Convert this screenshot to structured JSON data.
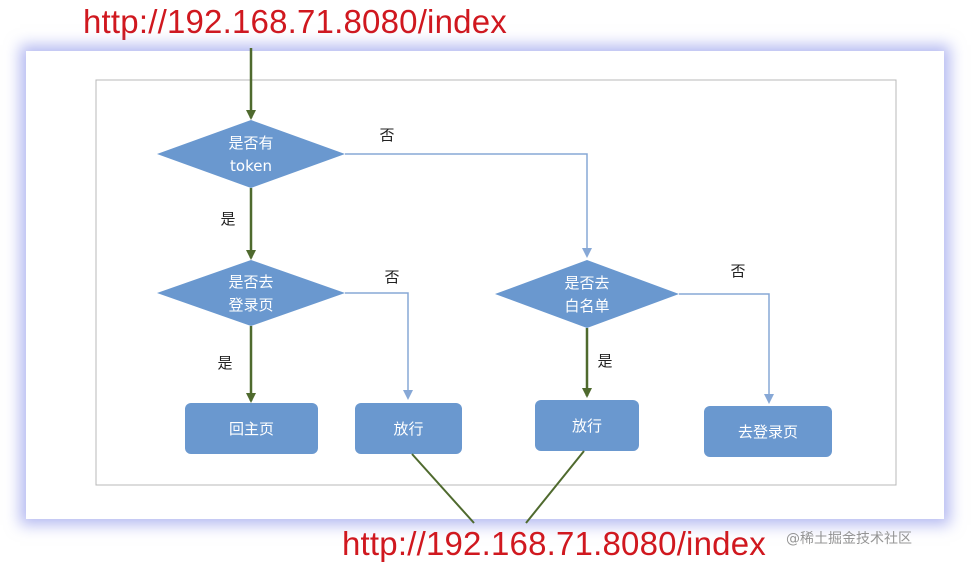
{
  "header_url": "http://192.168.71.8080/index",
  "footer_url": "http://192.168.71.8080/index",
  "watermark": "@稀土掘金技术社区",
  "colors": {
    "url": "#d0181f",
    "shape_fill": "#6a98cf",
    "shape_text": "#ffffff",
    "main_line": "#4f6a2e",
    "branch_line": "#87a8d6",
    "frame_border": "#b8b8b8",
    "glow": "#7f88e6"
  },
  "nodes": {
    "token_check": {
      "line1": "是否有",
      "line2": "token"
    },
    "login_check": {
      "line1": "是否去",
      "line2": "登录页"
    },
    "whitelist_check": {
      "line1": "是否去",
      "line2": "白名单"
    },
    "home": {
      "label": "回主页"
    },
    "allow_left": {
      "label": "放行"
    },
    "allow_right": {
      "label": "放行"
    },
    "goto_login": {
      "label": "去登录页"
    }
  },
  "edge_labels": {
    "token_no": "否",
    "token_yes": "是",
    "login_no": "否",
    "login_yes": "是",
    "whitelist_no": "否",
    "whitelist_yes": "是"
  }
}
